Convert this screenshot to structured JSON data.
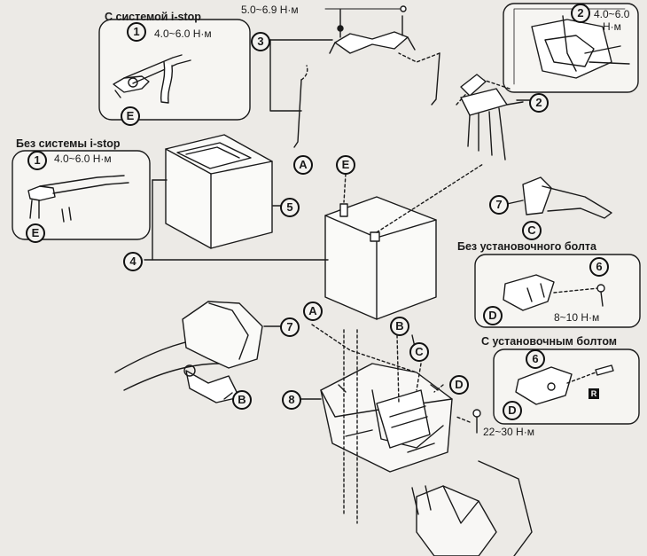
{
  "labels": {
    "with_istop": "С системой i-stop",
    "without_istop": "Без системы i-stop",
    "without_bolt": "Без установочного болта",
    "with_bolt": "С установочным болтом",
    "torque_top": "5.0~6.9 Н·м",
    "torque_with_istop": "4.0~6.0 Н·м",
    "torque_without_istop": "4.0~6.0 Н·м",
    "torque_terminal_a": "4.0~6.0",
    "torque_terminal_b": "Н·м",
    "torque_without_bolt": "8~10 Н·м",
    "torque_tray": "22~30 Н·м",
    "r_mark": "R"
  },
  "callouts": {
    "n1": "1",
    "n2": "2",
    "n3": "3",
    "n4": "4",
    "n5": "5",
    "n6": "6",
    "n7": "7",
    "n8": "8",
    "A": "A",
    "B": "B",
    "C": "C",
    "D": "D",
    "E": "E"
  }
}
